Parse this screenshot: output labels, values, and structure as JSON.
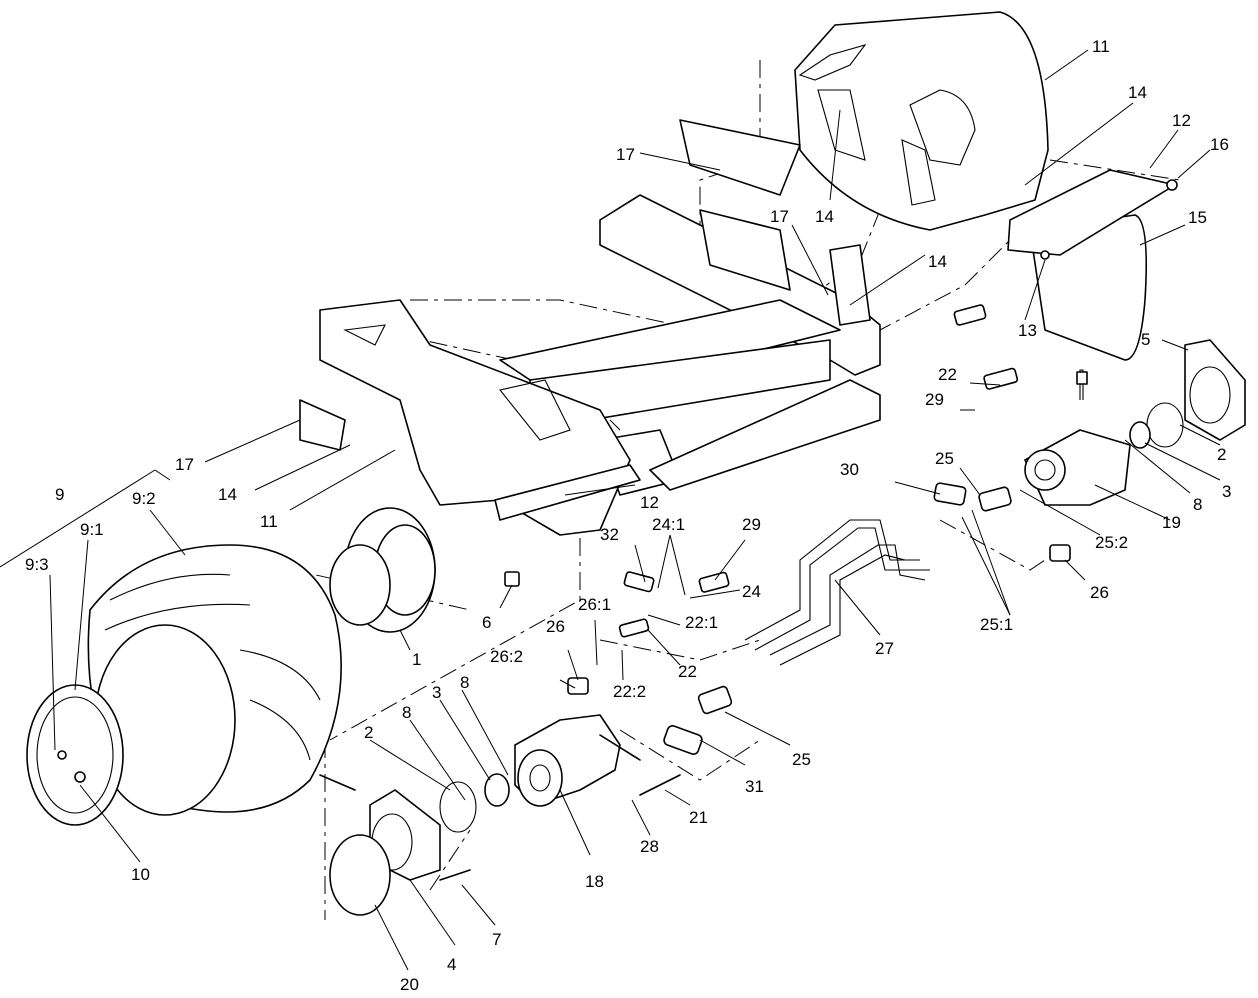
{
  "labels": {
    "l_11a": "11",
    "l_14a": "14",
    "l_12a": "12",
    "l_16": "16",
    "l_15": "15",
    "l_13": "13",
    "l_17a": "17",
    "l_14b": "14",
    "l_17b": "17",
    "l_14c": "14",
    "l_5": "5",
    "l_22a": "22",
    "l_29a": "29",
    "l_2a": "2",
    "l_3a": "3",
    "l_8a": "8",
    "l_25a": "25",
    "l_30": "30",
    "l_19": "19",
    "l_25_2": "25:2",
    "l_26a": "26",
    "l_25_1": "25:1",
    "l_27": "27",
    "l_17c": "17",
    "l_14d": "14",
    "l_11b": "11",
    "l_12b": "12",
    "l_9": "9",
    "l_9_2": "9:2",
    "l_9_1": "9:1",
    "l_9_3": "9:3",
    "l_6": "6",
    "l_1": "1",
    "l_32": "32",
    "l_24_1": "24:1",
    "l_29b": "29",
    "l_24": "24",
    "l_26_1": "26:1",
    "l_22_1": "22:1",
    "l_26b": "26",
    "l_22b": "22",
    "l_26_2": "26:2",
    "l_22_2": "22:2",
    "l_25b": "25",
    "l_31": "31",
    "l_2b": "2",
    "l_8b": "8",
    "l_3b": "3",
    "l_8c": "8",
    "l_18": "18",
    "l_21": "21",
    "l_28": "28",
    "l_10": "10",
    "l_7": "7",
    "l_20": "20",
    "l_4": "4"
  }
}
